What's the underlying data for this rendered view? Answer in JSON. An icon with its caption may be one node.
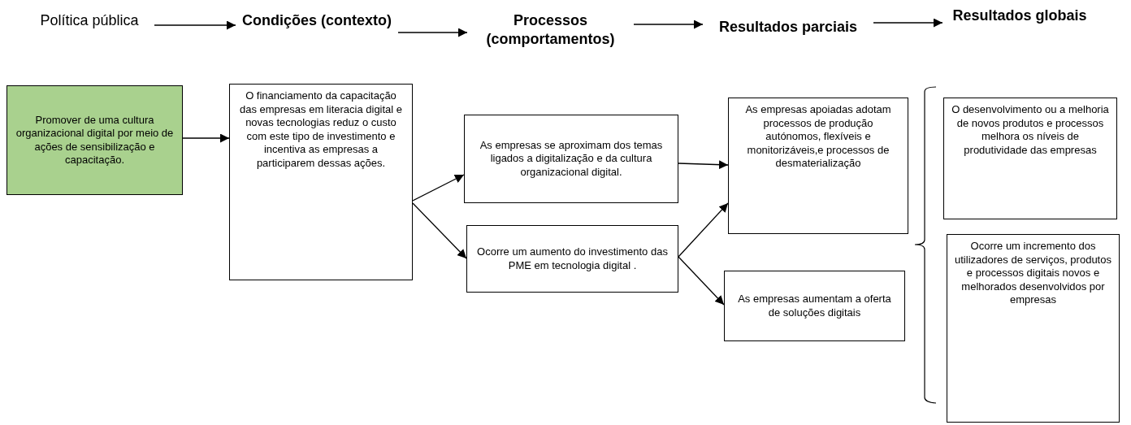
{
  "diagram": {
    "nodes": [
      {
        "text": [
          "Política pública"
        ]
      },
      {
        "text": [
          "Condições (contexto)"
        ]
      },
      {
        "text": [
          "Processos (comportamentos)"
        ]
      },
      {
        "text": [
          "Resultados parciais"
        ]
      },
      {
        "text": [
          "Resultados globais"
        ]
      },
      {
        "text": [
          "Promover de uma cultura organizacional digital por meio de ações de sensibilização e capacitação."
        ]
      },
      {
        "text": [
          "O financiamento da capacitação das empresas em literacia digital e novas tecnologias  reduz o custo com este tipo de investimento  e incentiva as empresas a  participarem dessas ações."
        ]
      },
      {
        "text": [
          "As empresas se aproximam dos temas ligados a digitalização e da cultura organizacional digital."
        ]
      },
      {
        "text": [
          "Ocorre um aumento do investimento das PME em tecnologia digital ."
        ]
      },
      {
        "text": [
          "As empresas apoiadas adotam processos de produção autónomos, flexíveis e monitorizáveis,e processos de desmaterialização"
        ]
      },
      {
        "text": [
          "As empresas aumentam a oferta de soluções digitais"
        ]
      },
      {
        "text": [
          "O desenvolvimento ou a melhoria de novos produtos e processos melhora os níveis de produtividade das empresas"
        ]
      },
      {
        "text": [
          "Ocorre um incremento dos utilizadores de serviços, produtos e processos digitais novos e melhorados desenvolvidos por empresas"
        ]
      }
    ],
    "edges": [
      {
        "from": 0,
        "to": 1,
        "arrow": "to"
      },
      {
        "from": 1,
        "to": 2,
        "arrow": "to"
      },
      {
        "from": 2,
        "to": 3,
        "arrow": "to"
      },
      {
        "from": 3,
        "to": 4,
        "arrow": "to"
      },
      {
        "from": 5,
        "to": 6,
        "arrow": "to"
      },
      {
        "from": 6,
        "to": 7,
        "arrow": "to"
      },
      {
        "from": 6,
        "to": 8,
        "arrow": "to"
      },
      {
        "from": 7,
        "to": 9,
        "arrow": "to"
      },
      {
        "from": 8,
        "to": 9,
        "arrow": "to"
      },
      {
        "from": 8,
        "to": 10,
        "arrow": "to"
      }
    ]
  }
}
